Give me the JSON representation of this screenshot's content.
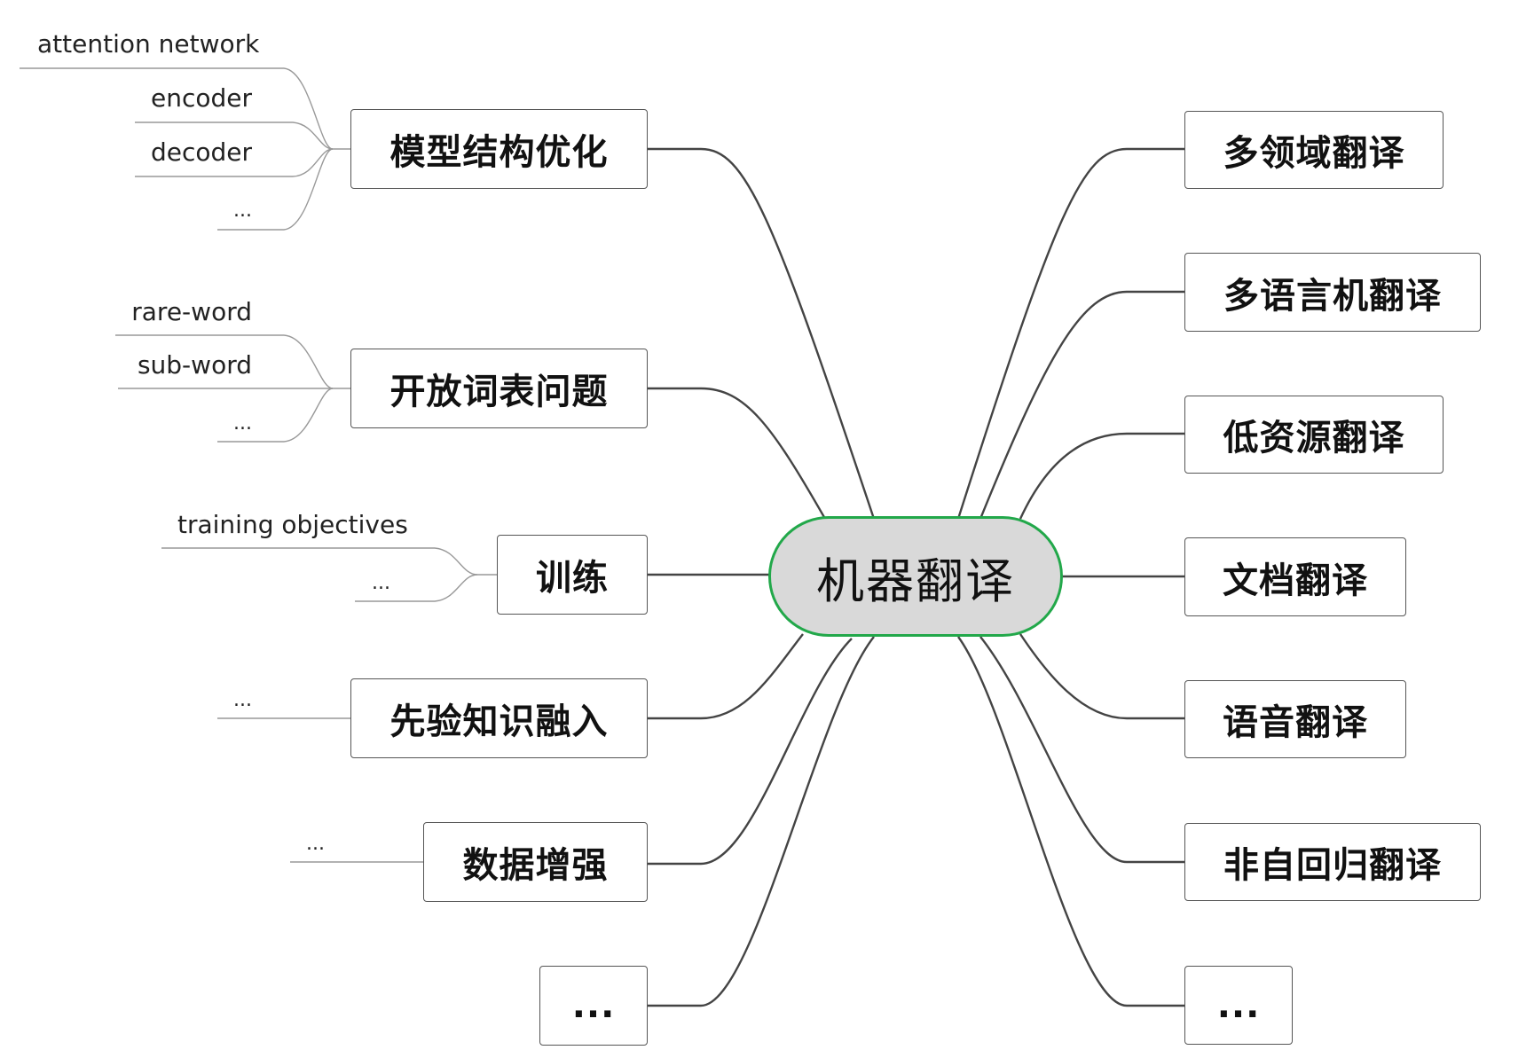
{
  "center": {
    "label": "机器翻译"
  },
  "left_branches": [
    {
      "label": "模型结构优化",
      "leaves": [
        "attention network",
        "encoder",
        "decoder",
        "..."
      ]
    },
    {
      "label": "开放词表问题",
      "leaves": [
        "rare-word",
        "sub-word",
        "..."
      ]
    },
    {
      "label": "训练",
      "leaves": [
        "training objectives",
        "..."
      ]
    },
    {
      "label": "先验知识融入",
      "leaves": [
        "..."
      ]
    },
    {
      "label": "数据增强",
      "leaves": [
        "..."
      ]
    },
    {
      "label": "...",
      "leaves": []
    }
  ],
  "right_branches": [
    {
      "label": "多领域翻译"
    },
    {
      "label": "多语言机翻译"
    },
    {
      "label": "低资源翻译"
    },
    {
      "label": "文档翻译"
    },
    {
      "label": "语音翻译"
    },
    {
      "label": "非自回归翻译"
    },
    {
      "label": "..."
    }
  ],
  "colors": {
    "center_border": "#22a84a",
    "center_fill": "#d9d9d9",
    "connector": "#444444",
    "leaf_line": "#999999"
  }
}
